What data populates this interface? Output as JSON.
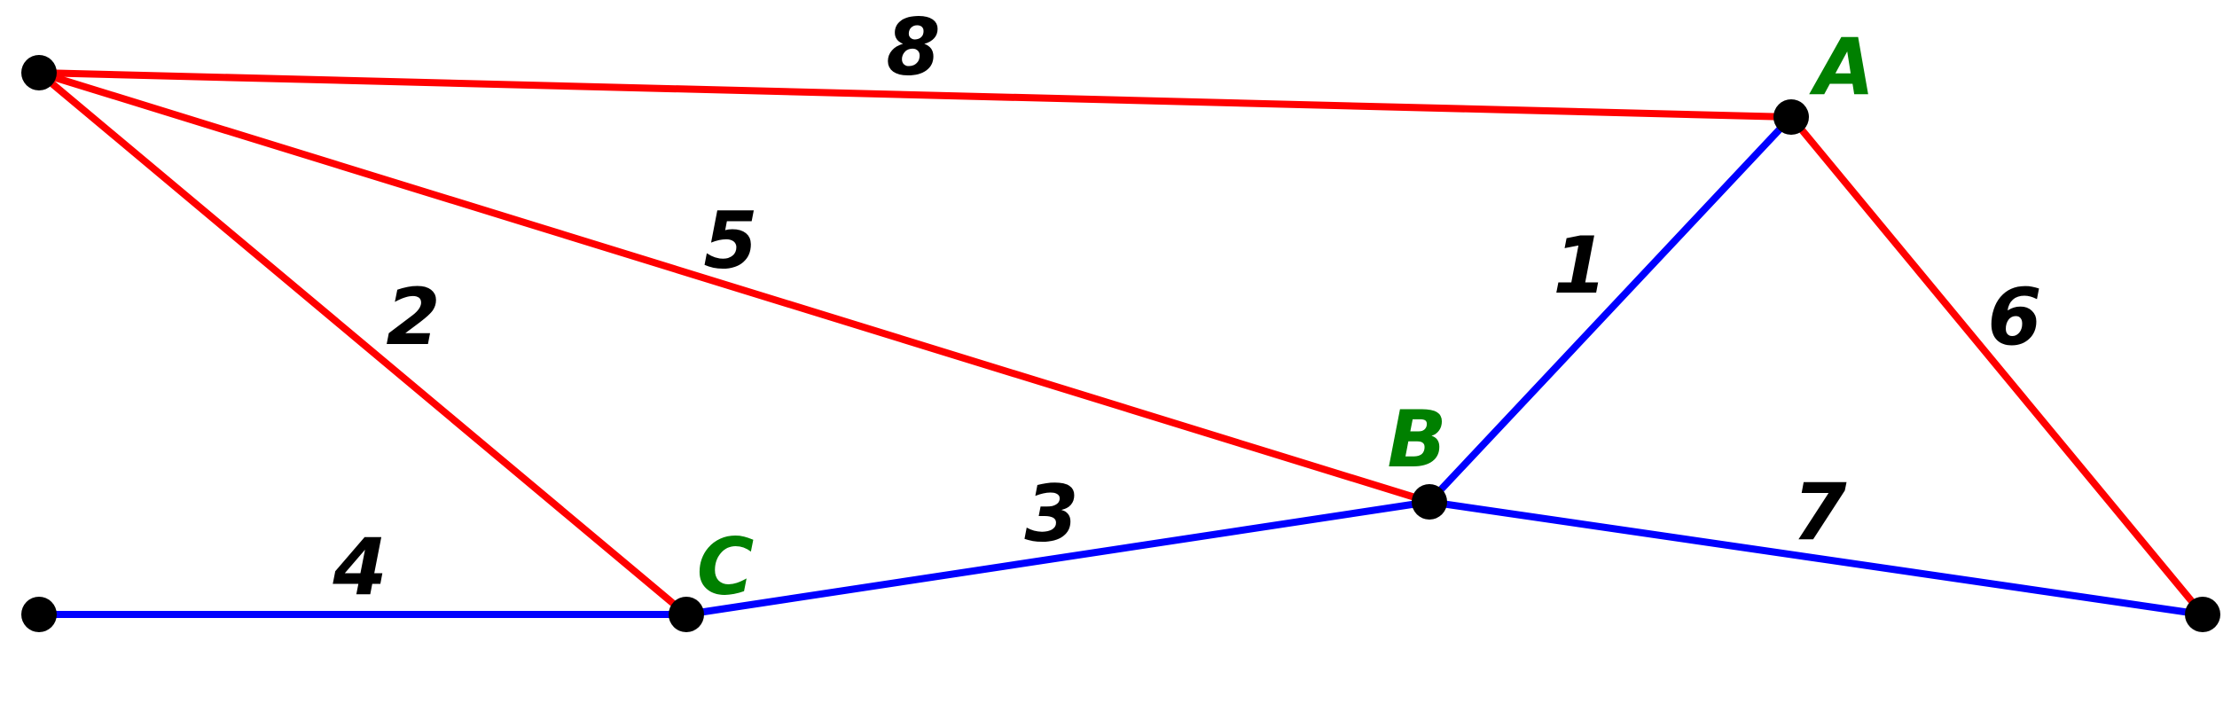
{
  "colors": {
    "tree_edge": "#0000ff",
    "non_tree_edge": "#ff0000",
    "node": "#000000",
    "node_label": "#008000",
    "weight_label": "#000000"
  },
  "nodes": [
    {
      "id": "top-left",
      "label": ""
    },
    {
      "id": "A",
      "label": "A"
    },
    {
      "id": "B",
      "label": "B"
    },
    {
      "id": "C",
      "label": "C"
    },
    {
      "id": "bottom-left",
      "label": ""
    },
    {
      "id": "right",
      "label": ""
    }
  ],
  "edges": [
    {
      "from": "B",
      "to": "A",
      "weight": "1",
      "type": "tree"
    },
    {
      "from": "top-left",
      "to": "C",
      "weight": "2",
      "type": "non_tree"
    },
    {
      "from": "C",
      "to": "B",
      "weight": "3",
      "type": "tree"
    },
    {
      "from": "bottom-left",
      "to": "C",
      "weight": "4",
      "type": "tree"
    },
    {
      "from": "top-left",
      "to": "B",
      "weight": "5",
      "type": "non_tree"
    },
    {
      "from": "A",
      "to": "right",
      "weight": "6",
      "type": "non_tree"
    },
    {
      "from": "B",
      "to": "right",
      "weight": "7",
      "type": "tree"
    },
    {
      "from": "top-left",
      "to": "A",
      "weight": "8",
      "type": "non_tree"
    }
  ]
}
